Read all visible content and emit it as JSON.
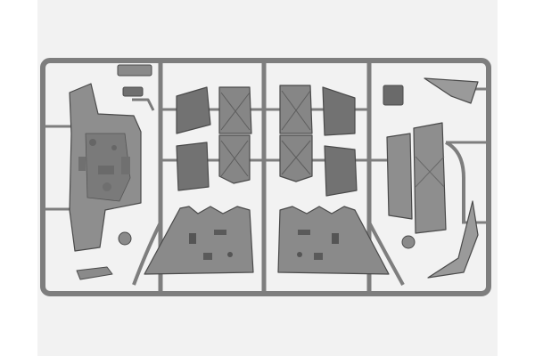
{
  "photo": {
    "subject": "plastic-model-kit-sprue",
    "colors": {
      "background": "#f2f2f2",
      "frame_side": "#ffffff",
      "plastic": "#8e8e8e",
      "plastic_dark": "#6f6f6f",
      "plastic_light": "#a8a8a8",
      "runner": "#7e7e7e",
      "outline": "#4a4a4a"
    },
    "parts": [
      {
        "name": "mantlet-plate",
        "kind": "large-left-hull-part"
      },
      {
        "name": "hatch-door-small",
        "count": 4
      },
      {
        "name": "hatch-door-crossed",
        "count": 4
      },
      {
        "name": "hatch-door-right-group",
        "count": 4
      },
      {
        "name": "floor-plate",
        "count": 2
      },
      {
        "name": "fender-rear",
        "count": 2
      },
      {
        "name": "track-guard-panel",
        "count": 2
      },
      {
        "name": "small-bracket",
        "count": 3
      }
    ]
  }
}
